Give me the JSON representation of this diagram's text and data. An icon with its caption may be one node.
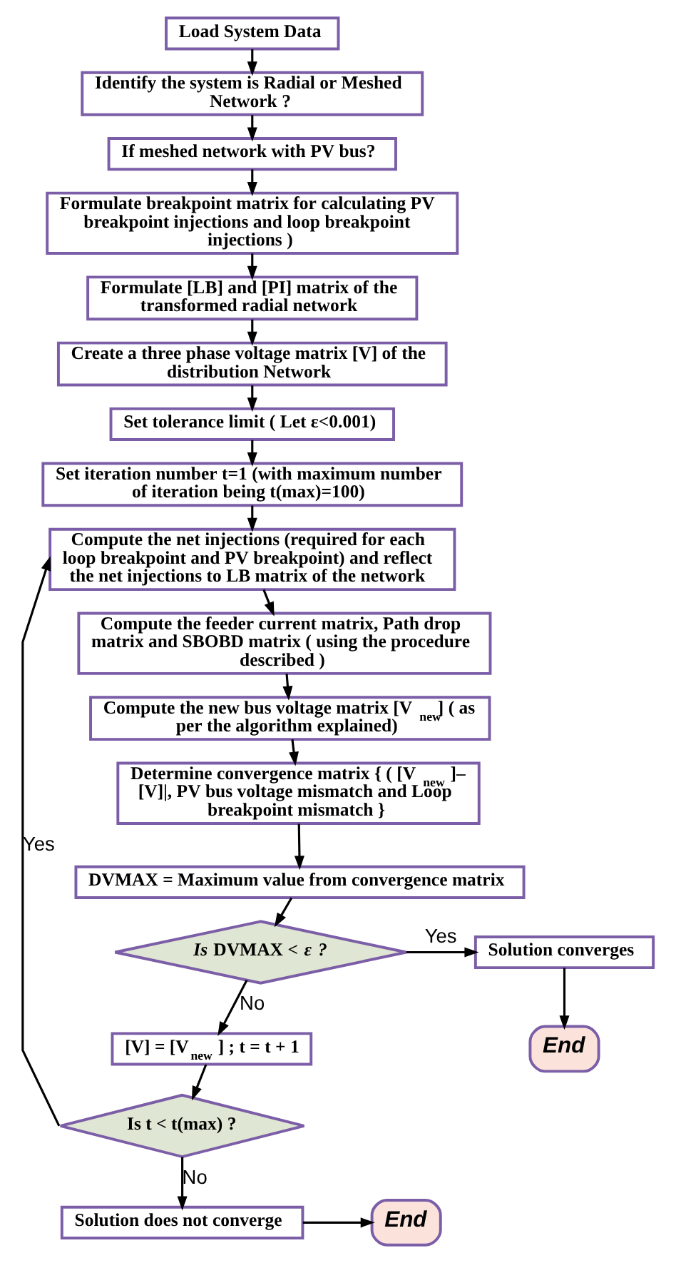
{
  "diagram": {
    "nodes": [
      {
        "text": [
          "Load System Data"
        ]
      },
      {
        "text": [
          "Identify the system is Radial or Meshed Network ?"
        ]
      },
      {
        "text": [
          "If meshed network with PV bus?"
        ]
      },
      {
        "text": [
          "Formulate breakpoint matrix for calculating PV breakpoint injections and loop breakpoint injections )"
        ]
      },
      {
        "text": [
          "Formulate [LB] and [PI] matrix of the transformed radial network"
        ]
      },
      {
        "text": [
          "Create a three phase voltage matrix [V] of the distribution Network"
        ]
      },
      {
        "text": [
          "Set tolerance limit ( Let ε<0.001)"
        ]
      },
      {
        "text": [
          "Set iteration number t=1 (with maximum number of iteration being t(max)=100)"
        ]
      },
      {
        "text": [
          "Compute the net injections (required for each loop breakpoint and PV breakpoint) and reflect the net injections to LB matrix of the network"
        ]
      },
      {
        "text": [
          "Compute the feeder current matrix, Path drop matrix and SBOBD matrix ( using the procedure described )"
        ]
      },
      {
        "text": [
          "Compute the new bus voltage matrix [V$_{new}$] ( as per the algorithm explained)"
        ]
      },
      {
        "text": [
          "Determine convergence matrix { ( [V$_{new}$ ]– [V]|, PV bus voltage mismatch and Loop breakpoint mismatch }"
        ]
      },
      {
        "text": [
          "DVMAX = Maximum value from convergence matrix"
        ]
      },
      {
        "text": [
          "*Is* DVMAX < *ε ?*"
        ]
      },
      {
        "text": [
          "Solution converges"
        ]
      },
      {
        "text": [
          "End"
        ]
      },
      {
        "text": [
          "[V] = [V$_{new}$ ] ; t = t + 1"
        ]
      },
      {
        "text": [
          "Is t < t(max) ?"
        ]
      },
      {
        "text": [
          "Solution does not converge"
        ]
      },
      {
        "text": [
          "End"
        ]
      }
    ],
    "edges": [
      {
        "from": 0,
        "to": 1,
        "arrow": "to"
      },
      {
        "from": 1,
        "to": 2,
        "arrow": "to"
      },
      {
        "from": 2,
        "to": 3,
        "arrow": "to"
      },
      {
        "from": 3,
        "to": 4,
        "arrow": "to"
      },
      {
        "from": 4,
        "to": 5,
        "arrow": "to"
      },
      {
        "from": 5,
        "to": 6,
        "arrow": "to"
      },
      {
        "from": 6,
        "to": 7,
        "arrow": "to"
      },
      {
        "from": 7,
        "to": 8,
        "arrow": "to"
      },
      {
        "from": 8,
        "to": 9,
        "arrow": "to"
      },
      {
        "from": 9,
        "to": 10,
        "arrow": "to"
      },
      {
        "from": 10,
        "to": 11,
        "arrow": "to"
      },
      {
        "from": 11,
        "to": 12,
        "arrow": "to"
      },
      {
        "from": 12,
        "to": 13,
        "arrow": "to"
      },
      {
        "from": 13,
        "to": 14,
        "arrow": "to",
        "label": "Yes"
      },
      {
        "from": 14,
        "to": 15,
        "arrow": "to"
      },
      {
        "from": 13,
        "to": 16,
        "arrow": "to",
        "label": "No"
      },
      {
        "from": 16,
        "to": 17,
        "arrow": "to"
      },
      {
        "from": 17,
        "to": 8,
        "arrow": "to",
        "label": "Yes"
      },
      {
        "from": 17,
        "to": 18,
        "arrow": "to",
        "label": "No"
      },
      {
        "from": 18,
        "to": 19,
        "arrow": "to"
      }
    ]
  }
}
